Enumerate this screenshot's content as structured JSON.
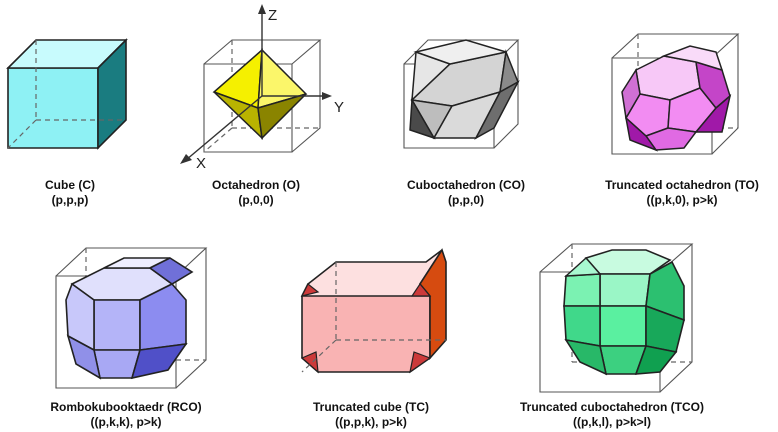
{
  "items": [
    {
      "name": "Cube (C)",
      "indices": "(p,p,p)",
      "color": "#8ef1f4",
      "dark": "#1a7c80"
    },
    {
      "name": "Octahedron (O)",
      "indices": "(p,0,0)",
      "color": "#f5f000",
      "dark": "#8a8400"
    },
    {
      "name": "Cuboctahedron (CO)",
      "indices": "(p,p,0)",
      "color": "#dcdcdc",
      "dark": "#6e6e6e"
    },
    {
      "name": "Truncated octahedron (TO)",
      "indices": "((p,k,0), p>k)",
      "color": "#f28cf2",
      "dark": "#a019a8"
    },
    {
      "name": "Rombokubooktaedr (RCO)",
      "indices": "((p,k,k), p>k)",
      "color": "#b4b4f8",
      "dark": "#5050c8"
    },
    {
      "name": "Truncated cube (TC)",
      "indices": "((p,p,k), p>k)",
      "color": "#f9b3b3",
      "dark": "#d64b10"
    },
    {
      "name": "Truncated cuboctahedron (TCO)",
      "indices": "((p,k,l), p>k>l)",
      "color": "#5af0a0",
      "dark": "#10a050"
    }
  ],
  "axes": {
    "x": "X",
    "y": "Y",
    "z": "Z"
  }
}
